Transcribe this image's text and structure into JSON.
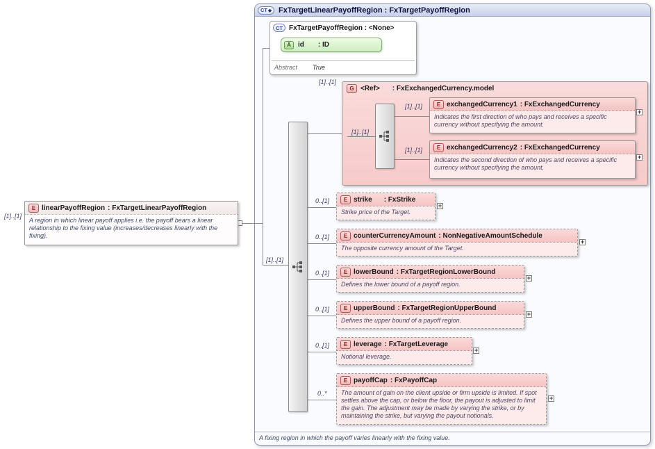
{
  "ui": {
    "plus": "+",
    "ct_icon": "CT",
    "ct_diamond": "◆",
    "e_icon": "E",
    "g_icon": "G",
    "a_icon": "A"
  },
  "source": {
    "cardinality": "[1]..[1]",
    "name": "linearPayoffRegion",
    "type": ": FxTargetLinearPayoffRegion",
    "doc": "A region in which linear payoff applies i.e. the payoff bears a linear relationship to the fixing value (increases/decreases linearly with the fixing)."
  },
  "container": {
    "title": "FxTargetLinearPayoffRegion : FxTargetPayoffRegion",
    "footer_doc": "A fixing region in which the payoff varies linearly with the fixing value."
  },
  "base_type": {
    "title": "FxTargetPayoffRegion : <None>",
    "attribute": {
      "name": "id",
      "type": ": ID"
    },
    "abstract_label": "Abstract",
    "abstract_value": "True"
  },
  "sequence": {
    "cardinality": "[1]..[1]"
  },
  "group": {
    "cardinality": "[1]..[1]",
    "name": "<Ref>",
    "type": ": FxExchangedCurrency.model",
    "sequence_cardinality": "[1]..[1]",
    "children": [
      {
        "cardinality": "[1]..[1]",
        "name": "exchangedCurrency1",
        "type": ": FxExchangedCurrency",
        "doc": "Indicates the first direction of who pays and receives a specific currency without specifying the amount."
      },
      {
        "cardinality": "[1]..[1]",
        "name": "exchangedCurrency2",
        "type": ": FxExchangedCurrency",
        "doc": "Indicates the second direction of who pays and receives a specific currency without specifying the amount."
      }
    ]
  },
  "elements": [
    {
      "cardinality": "0..[1]",
      "name": "strike",
      "type": ": FxStrike",
      "doc": "Strike price of the Target."
    },
    {
      "cardinality": "0..[1]",
      "name": "counterCurrencyAmount",
      "type": ": NonNegativeAmountSchedule",
      "doc": "The opposite currency amount of the Target."
    },
    {
      "cardinality": "0..[1]",
      "name": "lowerBound",
      "type": ": FxTargetRegionLowerBound",
      "doc": "Defines the lower bound of a payoff region."
    },
    {
      "cardinality": "0..[1]",
      "name": "upperBound",
      "type": ": FxTargetRegionUpperBound",
      "doc": "Defines the upper bound of a payoff region."
    },
    {
      "cardinality": "0..[1]",
      "name": "leverage",
      "type": ": FxTargetLeverage",
      "doc": "Notional leverage."
    },
    {
      "cardinality": "0..*",
      "name": "payoffCap",
      "type": ": FxPayoffCap",
      "doc": "The amount of gain on the client upside or firm upside is limited. If spot settles above the cap, or below the floor, the payout is adjusted to limit the gain. The adjustment may be made by varying the strike, or by maintaining the strike, but varying the payout notionals."
    }
  ]
}
